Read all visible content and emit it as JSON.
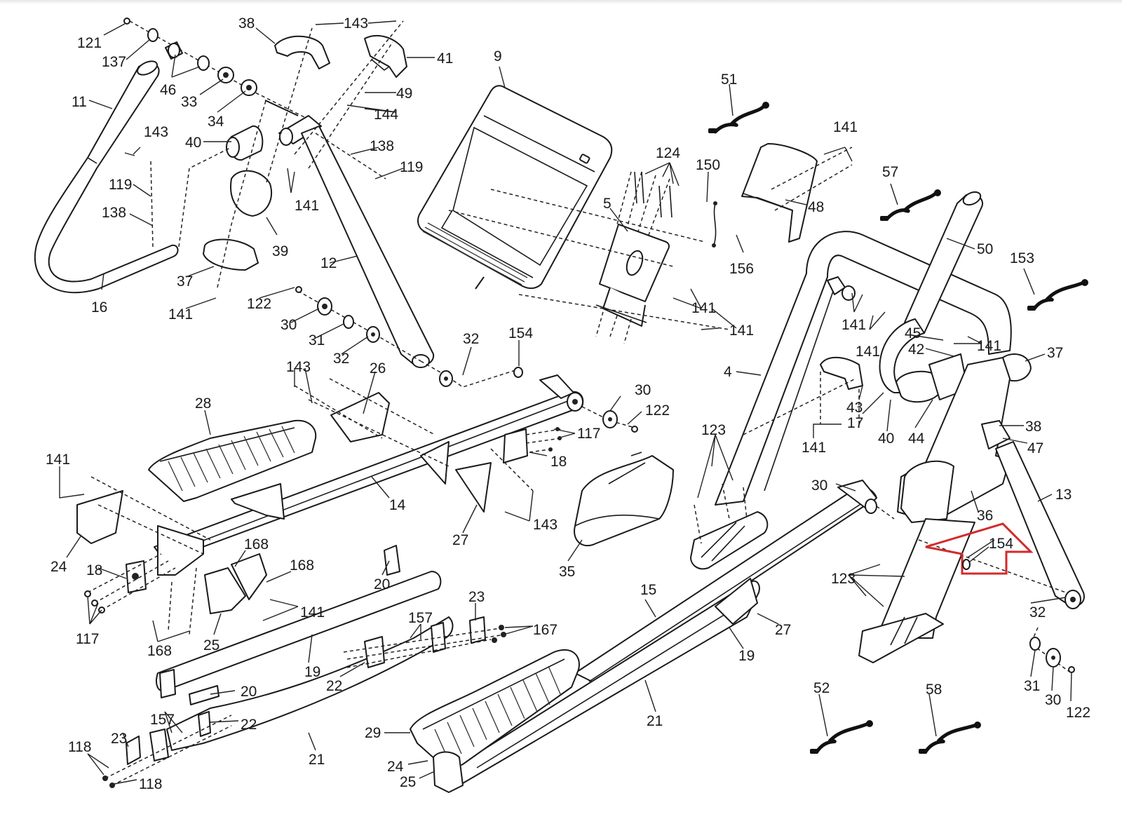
{
  "diagram": {
    "title": "Elliptical exploded parts diagram",
    "highlight": {
      "target_part": "154",
      "shape": "up-arrow",
      "color": "#d42a2a"
    },
    "colors": {
      "line": "#1a1a1a",
      "background": "#ffffff",
      "highlight": "#d42a2a"
    },
    "labels": [
      {
        "id": "l121",
        "text": "121"
      },
      {
        "id": "l137",
        "text": "137"
      },
      {
        "id": "l46",
        "text": "46"
      },
      {
        "id": "l33",
        "text": "33"
      },
      {
        "id": "l34",
        "text": "34"
      },
      {
        "id": "l38a",
        "text": "38"
      },
      {
        "id": "l143a",
        "text": "143"
      },
      {
        "id": "l41",
        "text": "41"
      },
      {
        "id": "l49",
        "text": "49"
      },
      {
        "id": "l144",
        "text": "144"
      },
      {
        "id": "l138a",
        "text": "138"
      },
      {
        "id": "l119a",
        "text": "119"
      },
      {
        "id": "l11",
        "text": "11"
      },
      {
        "id": "l143b",
        "text": "143"
      },
      {
        "id": "l40a",
        "text": "40"
      },
      {
        "id": "l119b",
        "text": "119"
      },
      {
        "id": "l138b",
        "text": "138"
      },
      {
        "id": "l141a",
        "text": "141"
      },
      {
        "id": "l39",
        "text": "39"
      },
      {
        "id": "l37a",
        "text": "37"
      },
      {
        "id": "l16",
        "text": "16"
      },
      {
        "id": "l141b",
        "text": "141"
      },
      {
        "id": "l122a",
        "text": "122"
      },
      {
        "id": "l30a",
        "text": "30"
      },
      {
        "id": "l31a",
        "text": "31"
      },
      {
        "id": "l32a",
        "text": "32"
      },
      {
        "id": "l12",
        "text": "12"
      },
      {
        "id": "l9",
        "text": "9"
      },
      {
        "id": "l51",
        "text": "51"
      },
      {
        "id": "l124",
        "text": "124"
      },
      {
        "id": "l150",
        "text": "150"
      },
      {
        "id": "l5",
        "text": "5"
      },
      {
        "id": "l141c",
        "text": "141"
      },
      {
        "id": "l48",
        "text": "48"
      },
      {
        "id": "l156",
        "text": "156"
      },
      {
        "id": "l141d",
        "text": "141"
      },
      {
        "id": "l141e",
        "text": "141"
      },
      {
        "id": "l57",
        "text": "57"
      },
      {
        "id": "l50",
        "text": "50"
      },
      {
        "id": "l153",
        "text": "153"
      },
      {
        "id": "l141f",
        "text": "141"
      },
      {
        "id": "l141g",
        "text": "141"
      },
      {
        "id": "l45",
        "text": "45"
      },
      {
        "id": "l42",
        "text": "42"
      },
      {
        "id": "l141h",
        "text": "141"
      },
      {
        "id": "l37b",
        "text": "37"
      },
      {
        "id": "l4",
        "text": "4"
      },
      {
        "id": "l43",
        "text": "43"
      },
      {
        "id": "l17",
        "text": "17"
      },
      {
        "id": "l40b",
        "text": "40"
      },
      {
        "id": "l44",
        "text": "44"
      },
      {
        "id": "l38b",
        "text": "38"
      },
      {
        "id": "l47",
        "text": "47"
      },
      {
        "id": "l141i",
        "text": "141"
      },
      {
        "id": "l13",
        "text": "13"
      },
      {
        "id": "l36",
        "text": "36"
      },
      {
        "id": "l154b",
        "text": "154"
      },
      {
        "id": "l30d",
        "text": "30"
      },
      {
        "id": "l32c",
        "text": "32"
      },
      {
        "id": "l123a",
        "text": "123"
      },
      {
        "id": "l123b",
        "text": "123"
      },
      {
        "id": "l31b",
        "text": "31"
      },
      {
        "id": "l30e",
        "text": "30"
      },
      {
        "id": "l122c",
        "text": "122"
      },
      {
        "id": "l52",
        "text": "52"
      },
      {
        "id": "l58",
        "text": "58"
      },
      {
        "id": "l143c",
        "text": "143"
      },
      {
        "id": "l26",
        "text": "26"
      },
      {
        "id": "l32b",
        "text": "32"
      },
      {
        "id": "l154a",
        "text": "154"
      },
      {
        "id": "l30b",
        "text": "30"
      },
      {
        "id": "l122b",
        "text": "122"
      },
      {
        "id": "l28",
        "text": "28"
      },
      {
        "id": "l117a",
        "text": "117"
      },
      {
        "id": "l18a",
        "text": "18"
      },
      {
        "id": "l14",
        "text": "14"
      },
      {
        "id": "l27a",
        "text": "27"
      },
      {
        "id": "l143d",
        "text": "143"
      },
      {
        "id": "l35",
        "text": "35"
      },
      {
        "id": "l141j",
        "text": "141"
      },
      {
        "id": "l24a",
        "text": "24"
      },
      {
        "id": "l18b",
        "text": "18"
      },
      {
        "id": "l117b",
        "text": "117"
      },
      {
        "id": "l168a",
        "text": "168"
      },
      {
        "id": "l168b",
        "text": "168"
      },
      {
        "id": "l141k",
        "text": "141"
      },
      {
        "id": "l25a",
        "text": "25"
      },
      {
        "id": "l168c",
        "text": "168"
      },
      {
        "id": "l20a",
        "text": "20"
      },
      {
        "id": "l19a",
        "text": "19"
      },
      {
        "id": "l22a",
        "text": "22"
      },
      {
        "id": "l157a",
        "text": "157"
      },
      {
        "id": "l23a",
        "text": "23"
      },
      {
        "id": "l167",
        "text": "167"
      },
      {
        "id": "l20b",
        "text": "20"
      },
      {
        "id": "l157b",
        "text": "157"
      },
      {
        "id": "l22b",
        "text": "22"
      },
      {
        "id": "l23b",
        "text": "23"
      },
      {
        "id": "l118a",
        "text": "118"
      },
      {
        "id": "l118b",
        "text": "118"
      },
      {
        "id": "l21a",
        "text": "21"
      },
      {
        "id": "l15",
        "text": "15"
      },
      {
        "id": "l27b",
        "text": "27"
      },
      {
        "id": "l19b",
        "text": "19"
      },
      {
        "id": "l21b",
        "text": "21"
      },
      {
        "id": "l29",
        "text": "29"
      },
      {
        "id": "l24b",
        "text": "24"
      },
      {
        "id": "l25b",
        "text": "25"
      }
    ]
  }
}
